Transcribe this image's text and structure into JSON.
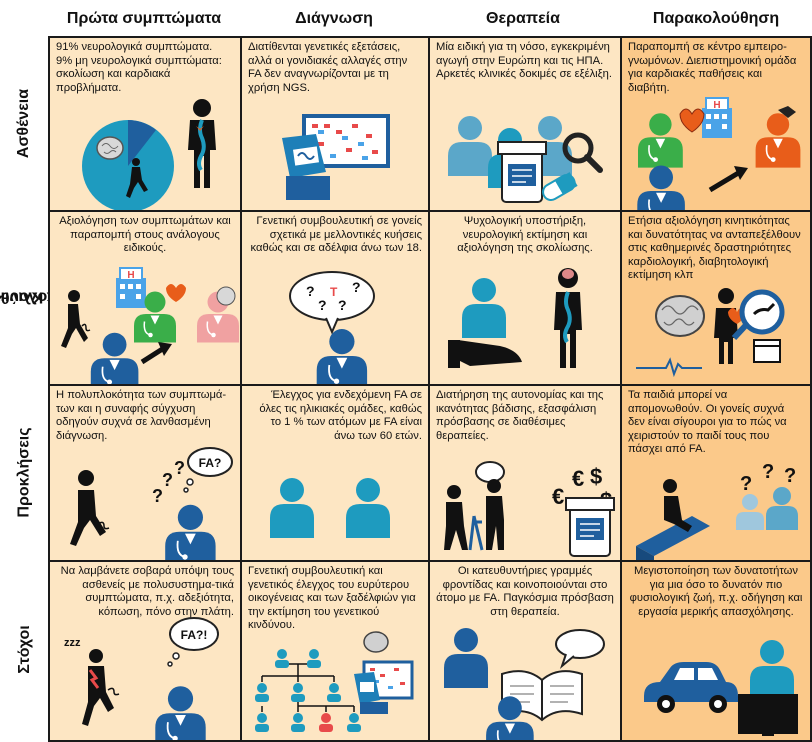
{
  "columns": [
    "Πρώτα συμπτώματα",
    "Διάγνωση",
    "Θεραπεία",
    "Παρακολούθηση"
  ],
  "rows": [
    {
      "label_lines": [
        "Ασθένεια"
      ]
    },
    {
      "label_lines": [
        "Κλινική",
        "παρακολούθηση"
      ]
    },
    {
      "label_lines": [
        "Προκλήσεις"
      ]
    },
    {
      "label_lines": [
        "Στόχοι"
      ]
    }
  ],
  "cells": {
    "r1c1": "91% νευρολογικά συμπτώματα.\n9% μη νευρολογικά συμπτώματα: σκολίωση και καρδιακά προβλήματα.",
    "r1c2": "Διατίθενται γενετικές εξετάσεις, αλλά οι γονιδιακές αλλαγές στην FA δεν αναγνωρίζονται με τη χρήση NGS.",
    "r1c3": "Μία ειδική για τη νόσο, εγκεκριμένη αγωγή στην Ευρώπη και τις ΗΠΑ. Αρκετές κλινικές δοκιμές σε εξέλιξη.",
    "r1c4": "Παραπομπή σε κέντρο εμπειρο-γνωμόνων. Διεπιστημονική ομάδα για καρδιακές παθήσεις και διαβήτη.",
    "r2c1": "Αξιολόγηση των συμπτωμάτων και παραπομπή στους ανάλογους ειδικούς.",
    "r2c2": "Γενετική συμβουλευτική σε γονείς σχετικά με μελλοντικές κυήσεις καθώς και σε αδέλφια άνω των 18.",
    "r2c3": "Ψυχολογική υποστήριξη, νευρολογική εκτίμηση και αξιολόγηση της σκολίωσης.",
    "r2c4": "Ετήσια αξιολόγηση κινητικότητας και δυνατότητας να ανταπεξέλθουν στις καθημερινές δραστηριότητες καρδιολογική, διαβητολογική εκτίμηση κλπ",
    "r3c1": "Η πολυπλοκότητα των συμπτωμά-των και η συναφής σύγχυση οδηγούν συχνά σε λανθασμένη διάγνωση.",
    "r3c2": "Έλεγχος για ενδεχόμενη FA σε όλες τις ηλικιακές ομάδες, καθώς το 1 % των ατόμων με FA είναι άνω των 60 ετών.",
    "r3c3": "Διατήρηση της αυτονομίας και της ικανότητας βάδισης, εξασφάλιση πρόσβασης σε διαθέσιμες θεραπείες.",
    "r3c4": "Τα παιδιά μπορεί να απομονωθούν. Οι γονείς συχνά δεν είναι σίγουροι για το πώς να χειριστούν το παιδί τους που πάσχει από FA.",
    "r4c1": "Να λαμβάνετε σοβαρά υπόψη τους ασθενείς με πολυσυστημα-τικά συμπτώματα, π.χ. αδεξιότητα, κόπωση, πόνο στην πλάτη.",
    "r4c2": "Γενετική συμβουλευτική και γενετικός έλεγχος του ευρύτερου οικογένειας και των ξαδέλφιών για την εκτίμηση του γενετικού κινδύνου.",
    "r4c3": "Οι κατευθυντήριες γραμμές φροντίδας και κοινοποιούνται στο άτομο με FA. Παγκόσμια πρόσβαση στη θεραπεία.",
    "r4c4": "Μεγιστοποίηση των δυνατοτήτων για μια όσο το δυνατόν πιο φυσιολογική ζωή, π.χ. οδήγηση και εργασία μερικής απασχόλησης."
  },
  "bubbles": {
    "fa_question": "FA?",
    "fa_exclaim": "FA?!",
    "zzz": "zzz",
    "gene_t": "T",
    "hospital_h": "H"
  },
  "colors": {
    "blue": "#1f5f9e",
    "light_blue": "#5ba7c9",
    "teal": "#1e9bbf",
    "green": "#3aae49",
    "salmon": "#f0a1a1",
    "orange": "#e85d1a",
    "cell_peach": "#fde6c3",
    "cell_orange": "#fbc98a"
  }
}
